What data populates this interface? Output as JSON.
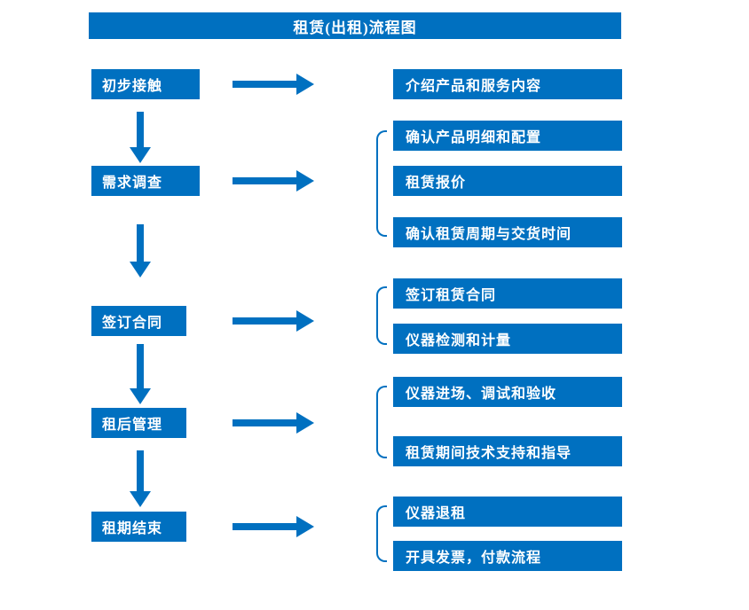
{
  "title": "租赁(出租)流程图",
  "flow": {
    "steps": [
      {
        "label": "初步接触",
        "outputs": [
          "介绍产品和服务内容"
        ]
      },
      {
        "label": "需求调查",
        "outputs": [
          "确认产品明细和配置",
          "租赁报价",
          "确认租赁周期与交货时间"
        ]
      },
      {
        "label": "签订合同",
        "outputs": [
          "签订租赁合同",
          "仪器检测和计量"
        ]
      },
      {
        "label": "租后管理",
        "outputs": [
          "仪器进场、调试和验收",
          "租赁期间技术支持和指导"
        ]
      },
      {
        "label": "租期结束",
        "outputs": [
          "仪器退租",
          "开具发票，付款流程"
        ]
      }
    ]
  },
  "colors": {
    "accent": "#0070C0",
    "box_text": "#FFFFFF",
    "background": "#FFFFFF"
  }
}
